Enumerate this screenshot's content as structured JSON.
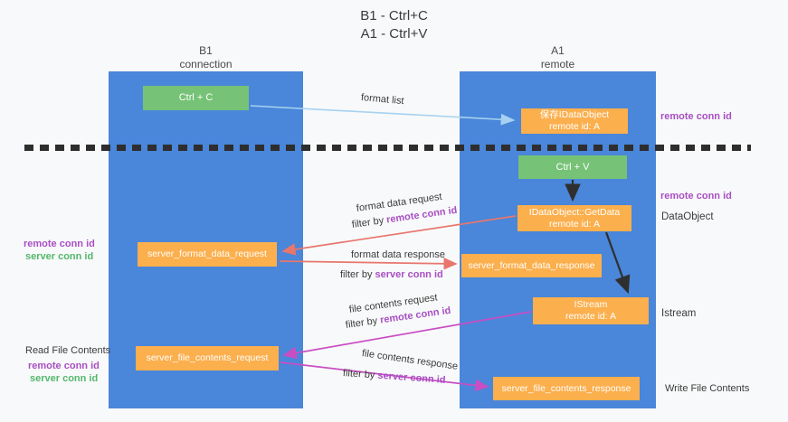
{
  "title": {
    "line1": "B1 - Ctrl+C",
    "line2": "A1 - Ctrl+V"
  },
  "columns": {
    "left": {
      "header_line1": "B1",
      "header_line2": "connection"
    },
    "right": {
      "header_line1": "A1",
      "header_line2": "remote"
    }
  },
  "boxes": {
    "ctrl_c": "Ctrl + C",
    "save_idataobject_line1": "保存IDataObject",
    "save_idataobject_line2": "remote id: A",
    "ctrl_v": "Ctrl + V",
    "getdata_line1": "IDataObject::GetData",
    "getdata_line2": "remote id: A",
    "server_format_data_request": "server_format_data_request",
    "server_format_data_response": "server_format_data_response",
    "istream_line1": "IStream",
    "istream_line2": "remote id: A",
    "server_file_contents_request": "server_file_contents_request",
    "server_file_contents_response": "server_file_contents_response"
  },
  "flow_labels": {
    "format_list": "format list",
    "format_data_request": "format data request",
    "format_data_request_filter_prefix": "filter by",
    "format_data_request_filter_key": "remote conn id",
    "format_data_response": "format data response",
    "format_data_response_filter_prefix": "filter by",
    "format_data_response_filter_key": "server conn id",
    "file_contents_request": "file contents request",
    "file_contents_request_filter_prefix": "filter by",
    "file_contents_request_filter_key": "remote conn id",
    "file_contents_response": "file contents response",
    "file_contents_response_filter_prefix": "filter by",
    "file_contents_response_filter_key": "server conn id"
  },
  "side_labels": {
    "remote_conn_id_right_top": "remote conn id",
    "remote_conn_id_right_mid": "remote conn id",
    "dataobject": "DataObject",
    "istream": "Istream",
    "remote_conn_id_left_mid": "remote conn id",
    "server_conn_id_left_mid": "server conn id",
    "read_file_contents": "Read File Contents",
    "remote_conn_id_left_bottom": "remote conn id",
    "server_conn_id_left_bottom": "server conn id",
    "write_file_contents": "Write File Contents"
  },
  "colors": {
    "column_blue": "#4a86d9",
    "box_orange": "#fbaf4d",
    "box_green": "#76c276",
    "arrow_lightblue": "#a6d1f0",
    "arrow_red": "#e8766d",
    "arrow_magenta": "#c94ec4",
    "arrow_black": "#2f2f2f",
    "text_purple": "#a84fc3",
    "text_green": "#53b86b"
  }
}
